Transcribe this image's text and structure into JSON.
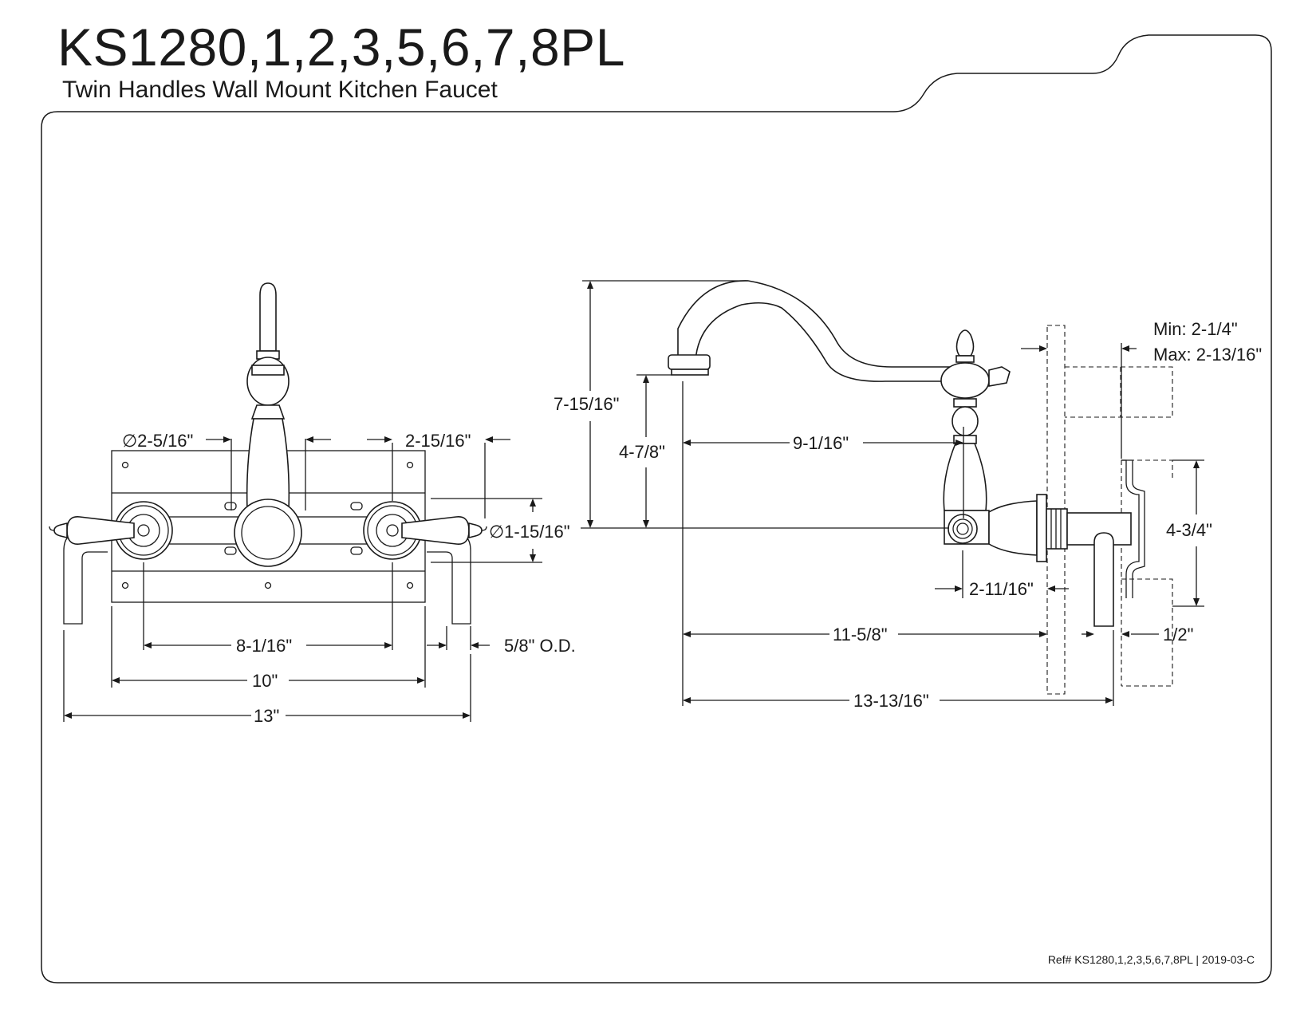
{
  "header": {
    "title": "KS1280,1,2,3,5,6,7,8PL",
    "subtitle": "Twin Handles Wall Mount Kitchen Faucet"
  },
  "front_view": {
    "handle_diameter": "∅2-5/16\"",
    "flange_width": "2-15/16\"",
    "flange_height": "∅1-15/16\"",
    "center_to_center": "8-1/16\"",
    "pipe_od": "5/8\" O.D.",
    "plate_width": "10\"",
    "overall_width": "13\""
  },
  "side_view": {
    "overall_height": "7-15/16\"",
    "spout_height": "4-7/8\"",
    "spout_reach": "9-1/16\"",
    "body_offset": "2-11/16\"",
    "wall_to_spout": "11-5/8\"",
    "overall_depth": "13-13/16\"",
    "wall_min": "Min: 2-1/4\"",
    "wall_max": "Max: 2-13/16\"",
    "inlet_spacing": "4-3/4\"",
    "pipe_size": "1/2\""
  },
  "footer": {
    "reference": "Ref# KS1280,1,2,3,5,6,7,8PL | 2019-03-C"
  }
}
